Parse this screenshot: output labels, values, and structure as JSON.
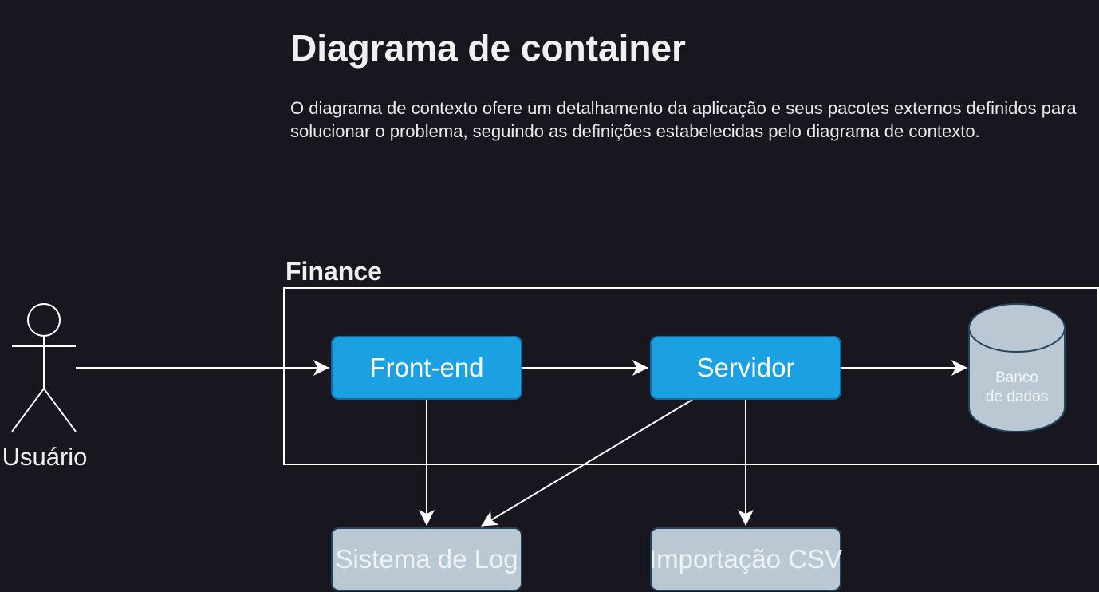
{
  "page": {
    "title": "Diagrama de container",
    "description": "O diagrama de contexto ofere um detalhamento da aplicação e seus pacotes externos definidos para solucionar o problema, seguindo as definições estabelecidas pelo diagrama de contexto."
  },
  "actor": {
    "label": "Usuário",
    "icon": "person-stick-figure-icon"
  },
  "boundary": {
    "label": "Finance"
  },
  "containers": {
    "frontend": "Front-end",
    "servidor": "Servidor",
    "database": {
      "line1": "Banco",
      "line2": "de dados"
    }
  },
  "external": {
    "syslog": "Sistema de Log",
    "csv": "Importação CSV"
  },
  "colors": {
    "background": "#18161f",
    "container_fill": "#1ba1e2",
    "container_stroke": "#0f6da3",
    "external_fill": "#bac8d3",
    "external_stroke": "#23445d",
    "line": "#ffffff"
  }
}
